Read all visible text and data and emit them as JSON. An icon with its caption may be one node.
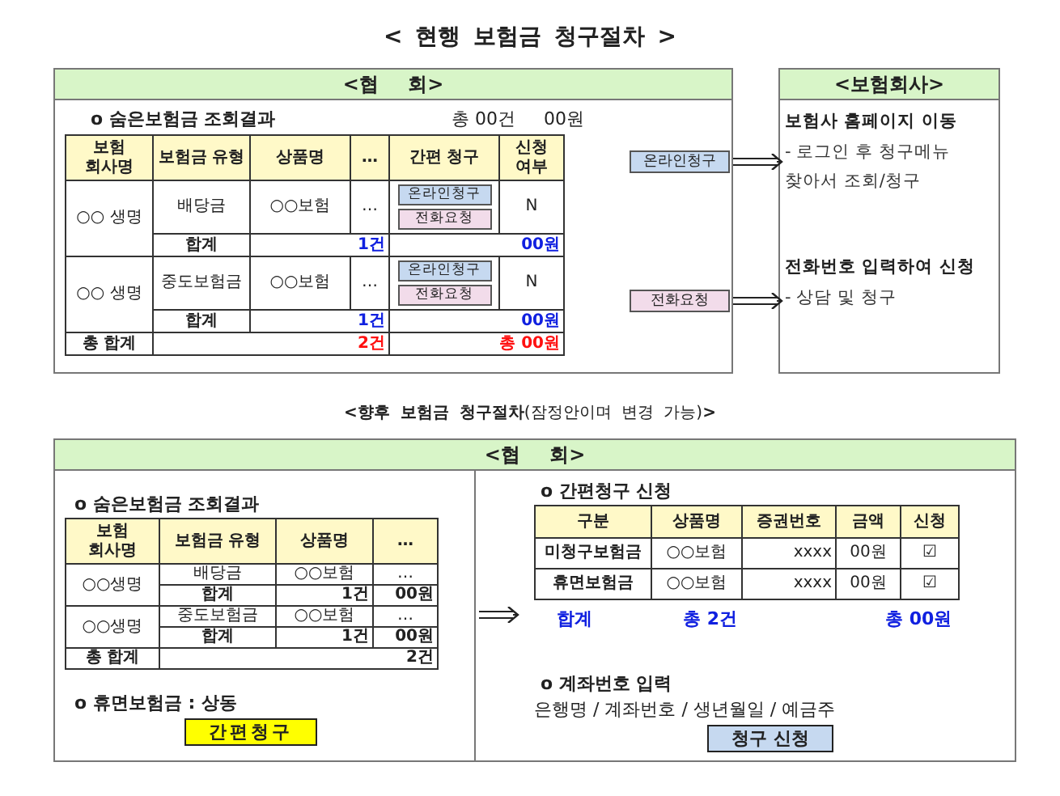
{
  "diagram": {
    "title": "< 현행 보험금 청구절차 >",
    "nodes": [
      {
        "text": [
          "<협 회>"
        ]
      },
      {
        "text": [
          "<보험회사>"
        ]
      },
      {
        "text": [
          "온라인청구"
        ],
        "in": 0
      },
      {
        "text": [
          "전화요청"
        ],
        "in": 0
      },
      {
        "text": [
          "보험사 홈페이지 이동",
          "- 로그인 후 청구메뉴 찾아서 조회/청구"
        ],
        "in": 1
      },
      {
        "text": [
          "전화번호 입력하여 신청",
          "- 상담 및 청구"
        ],
        "in": 1
      },
      {
        "text": [
          "<협 회>"
        ]
      },
      {
        "text": [
          "o 숨은보험금 조회결과"
        ],
        "in": 6
      },
      {
        "text": [
          "o 간편청구 신청"
        ],
        "in": 6
      },
      {
        "text": [
          "온라인청구"
        ],
        "in": 0
      },
      {
        "text": [
          "전화요청"
        ],
        "in": 0
      },
      {
        "text": [
          "온라인청구"
        ],
        "in": 0
      },
      {
        "text": [
          "전화요청"
        ],
        "in": 0
      }
    ],
    "edges": [
      {
        "from": 2,
        "to": 4,
        "arrow": "to"
      },
      {
        "from": 3,
        "to": 5,
        "arrow": "to"
      },
      {
        "from": 7,
        "to": 8,
        "arrow": "to"
      }
    ],
    "labels": [
      "o 숨은보험금 조회결과",
      "총 00건",
      "00원",
      "보험 회사명",
      "보험금 유형",
      "상품명",
      "…",
      "간편 청구",
      "신청 여부",
      "○○ 생명",
      "배당금",
      "○○보험",
      "…",
      "N",
      "합계",
      "1건",
      "00원",
      "○○ 생명",
      "중도보험금",
      "○○보험",
      "…",
      "N",
      "합계",
      "1건",
      "00원",
      "총 합계",
      "2건",
      "총 00원",
      "**<향후 보험금 청구절차**(잠정안이며 변경 가능)**>**",
      "보험 회사명",
      "보험금 유형",
      "상품명",
      "…",
      "○○생명",
      "배당금",
      "○○보험",
      "…",
      "합계",
      "1건",
      "00원",
      "○○생명",
      "중도보험금",
      "○○보험",
      "…",
      "합계",
      "1건",
      "00원",
      "총 합계",
      "2건",
      "o 휴면보험금 : 상동",
      "간편청구",
      "구분",
      "상품명",
      "증권번호",
      "금액",
      "신청",
      "미청구보험금",
      "○○보험",
      "xxxx",
      "00원",
      "☑",
      "휴면보험금",
      "○○보험",
      "xxxx",
      "00원",
      "☑",
      "합계",
      "총 2건",
      "총 00원",
      "o 계좌번호 입력",
      "은행명 / 계좌번호 / 생년월일 / 예금주",
      "청구 신청"
    ]
  }
}
